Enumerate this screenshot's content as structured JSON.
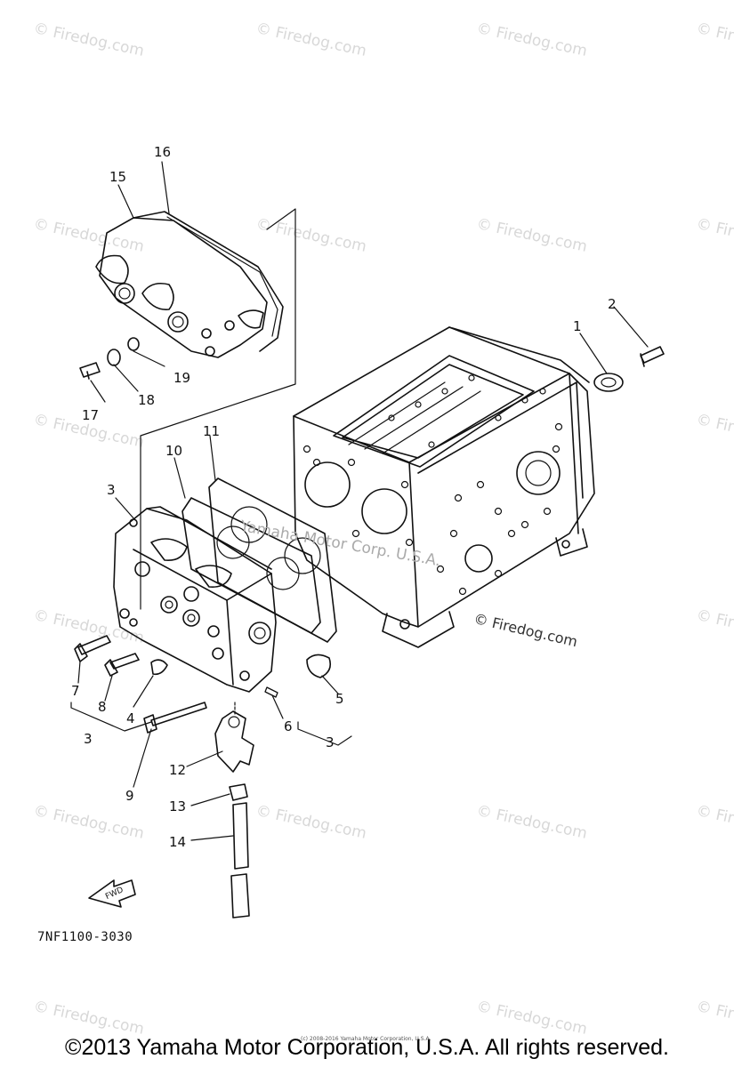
{
  "diagram": {
    "parts": [
      {
        "id": "1"
      },
      {
        "id": "2"
      },
      {
        "id": "3"
      },
      {
        "id": "4"
      },
      {
        "id": "5"
      },
      {
        "id": "6"
      },
      {
        "id": "7"
      },
      {
        "id": "8"
      },
      {
        "id": "9"
      },
      {
        "id": "10"
      },
      {
        "id": "11"
      },
      {
        "id": "12"
      },
      {
        "id": "13"
      },
      {
        "id": "14"
      },
      {
        "id": "15"
      },
      {
        "id": "16"
      },
      {
        "id": "17"
      },
      {
        "id": "18"
      },
      {
        "id": "19"
      }
    ],
    "group_labels": [
      "3",
      "3",
      "3"
    ],
    "fwd_label": "FWD",
    "diagram_code": "7NF1100-3030"
  },
  "watermarks": {
    "text": "© Firedog.com",
    "center_mark": "Yamaha Motor Corp. U.S.A.",
    "corner_mark": "© Firedog.com"
  },
  "footer": {
    "copyright": "©2013 Yamaha Motor Corporation, U.S.A. All rights reserved.",
    "fine_print": "(c) 2008-2016 Yamaha Motor Corporation, U.S.A."
  },
  "colors": {
    "line": "#111111",
    "watermark": "#d8d8d8",
    "background": "#ffffff"
  }
}
